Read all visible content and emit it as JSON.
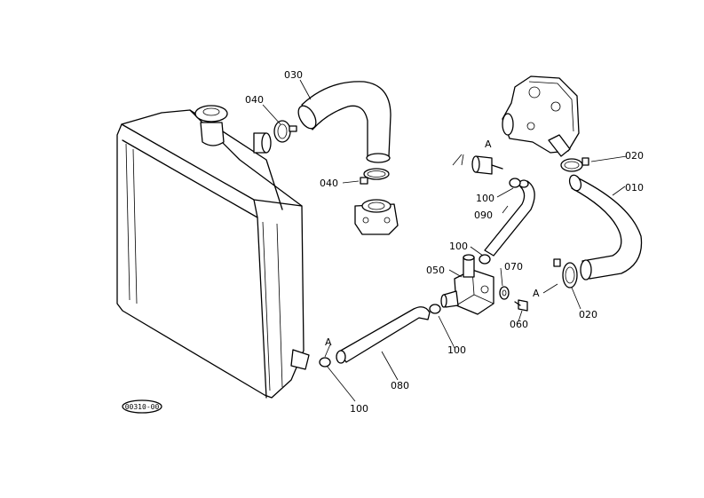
{
  "diagram": {
    "labels": {
      "p010": "010",
      "p020_top": "020",
      "p020_bottom": "020",
      "p030": "030",
      "p040_top": "040",
      "p040_mid": "040",
      "p050": "050",
      "p060": "060",
      "p070": "070",
      "p080": "080",
      "p090": "090",
      "p100_a": "100",
      "p100_b": "100",
      "p100_c": "100",
      "p100_d": "100",
      "ref_a1": "A",
      "ref_a2": "A",
      "ref_a3": "A",
      "drawing_code": "00310-00"
    }
  }
}
